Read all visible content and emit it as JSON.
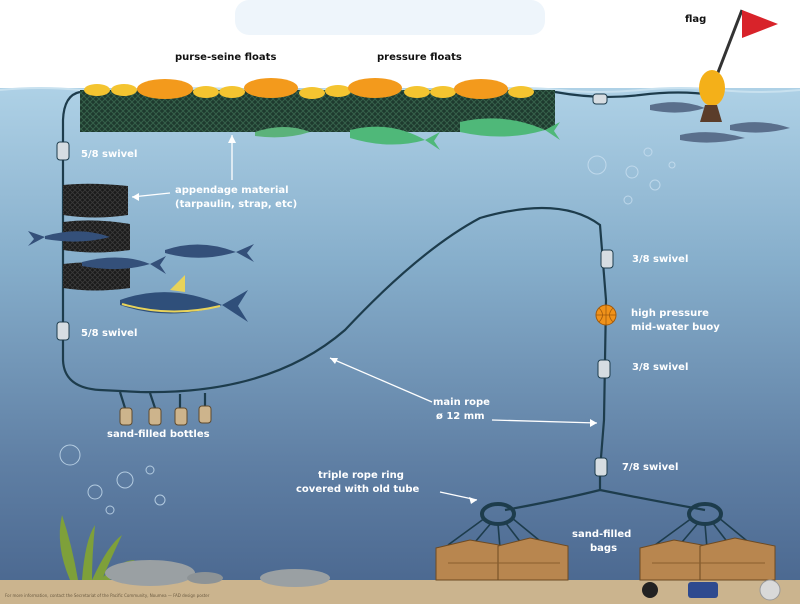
{
  "labels": {
    "flag": "flag",
    "purse_seine_floats": "purse-seine floats",
    "pressure_floats": "pressure floats",
    "swivel_top": "5/8 swivel",
    "appendage_line1": "appendage material",
    "appendage_line2": "(tarpaulin, strap, etc)",
    "swivel_mid": "5/8 swivel",
    "sand_bottles": "sand-filled bottles",
    "swivel_right1": "3/8 swivel",
    "buoy_line1": "high pressure",
    "buoy_line2": "mid-water buoy",
    "swivel_right2": "3/8 swivel",
    "main_rope_line1": "main rope",
    "main_rope_line2": "ø 12 mm",
    "swivel_bottom": "7/8 swivel",
    "ring_line1": "triple rope ring",
    "ring_line2": "covered with old tube",
    "bags_line1": "sand-filled",
    "bags_line2": "bags",
    "credit": "For more information, contact the Secretariat of the Pacific Community, Noumea — FAD design poster"
  },
  "colors": {
    "sky": "#ffffff",
    "water_top": "#a9cde3",
    "water_bottom": "#4d6a8f",
    "sand": "#cbb48e",
    "float_yellow": "#f4c430",
    "float_orange": "#f39a1c",
    "rope": "#1d3c4c",
    "flag_red": "#d8232a"
  },
  "icons": [
    "flag-icon",
    "float-icon",
    "swivel-icon",
    "tuna-icon",
    "mahi-mahi-icon",
    "bottle-icon",
    "buoy-icon",
    "sandbag-icon",
    "rope-ring-icon",
    "seaweed-icon",
    "rock-icon",
    "bubble-icon"
  ]
}
